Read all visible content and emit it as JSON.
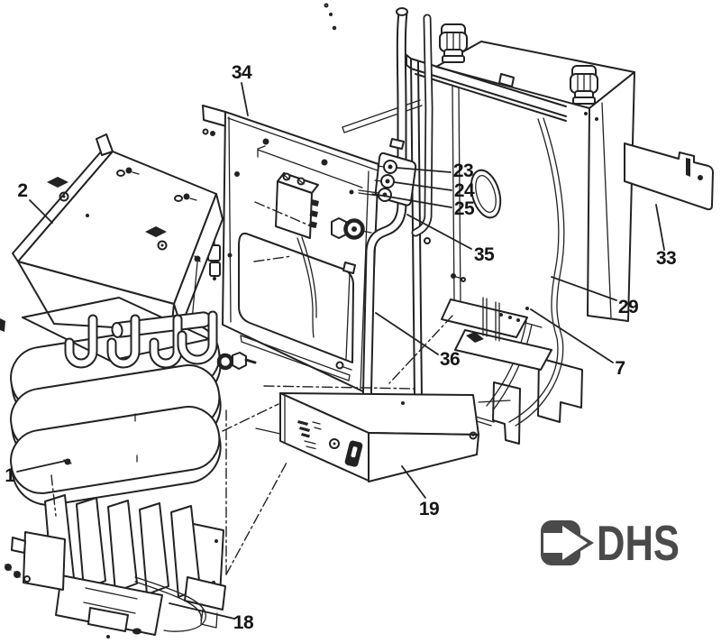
{
  "diagram": {
    "type": "exploded-parts-diagram",
    "background": "#ffffff",
    "line_color": "#222222"
  },
  "labels": [
    {
      "text": "2"
    },
    {
      "text": "34"
    },
    {
      "text": "23"
    },
    {
      "text": "24"
    },
    {
      "text": "25"
    },
    {
      "text": "35"
    },
    {
      "text": "33"
    },
    {
      "text": "29"
    },
    {
      "text": "7"
    },
    {
      "text": "36"
    },
    {
      "text": "19"
    },
    {
      "text": "18"
    },
    {
      "text": "1"
    }
  ],
  "logo": {
    "text": "DHS",
    "color": "#4a4a4a",
    "icon": "arrow-right-icon"
  }
}
